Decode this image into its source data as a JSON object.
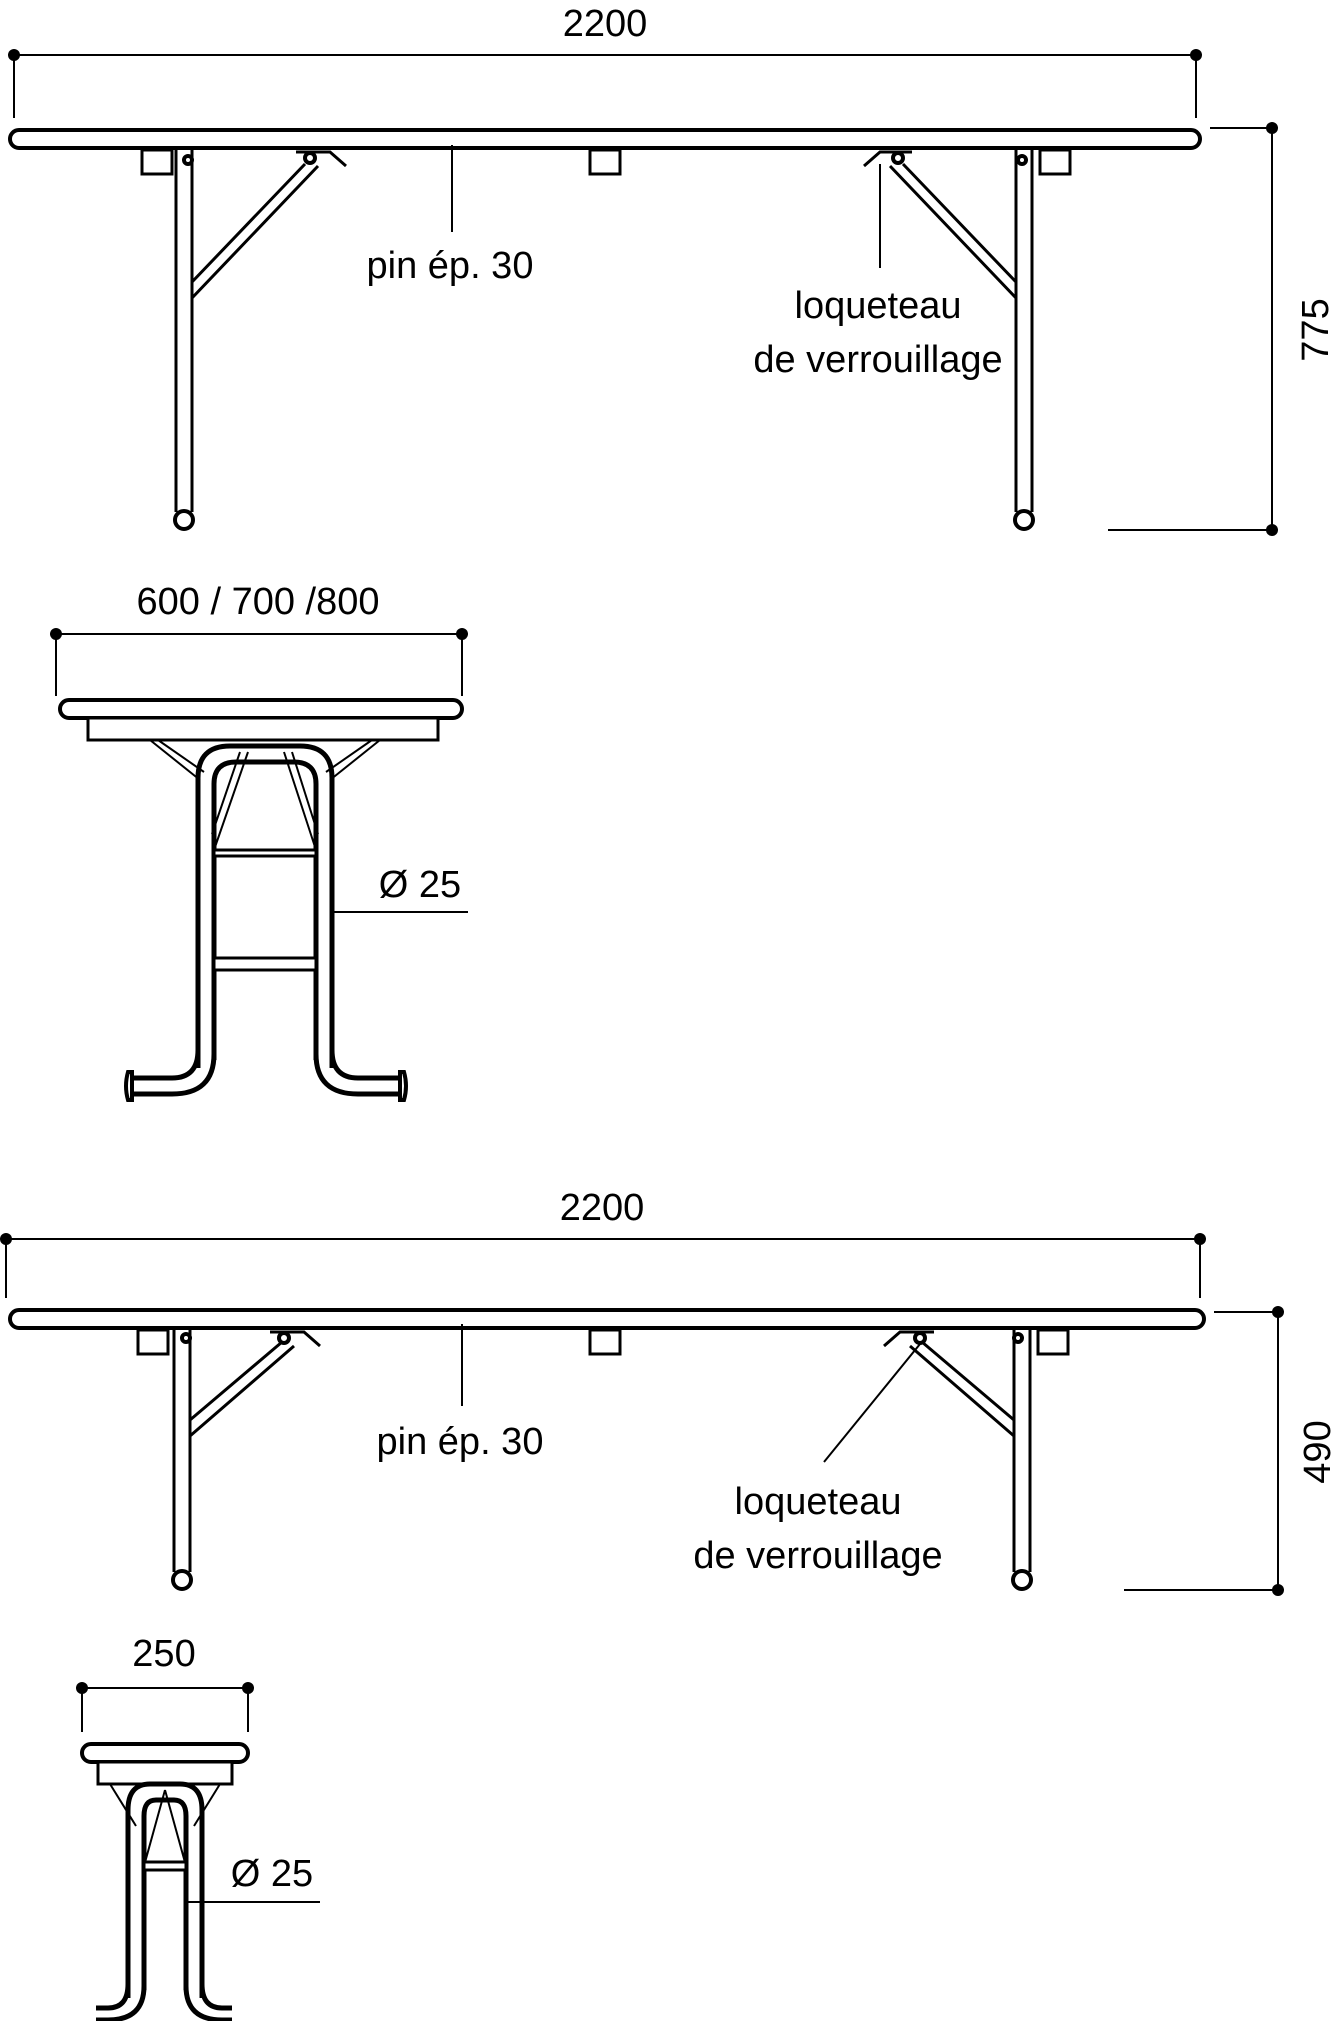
{
  "colors": {
    "line": "#000000",
    "background": "#ffffff"
  },
  "table": {
    "front": {
      "width_dim": "2200",
      "height_dim": "775",
      "top_label": "pin ép. 30",
      "latch_label_line1": "loqueteau",
      "latch_label_line2": "de verrouillage"
    },
    "side": {
      "width_dim": "600 / 700 /800",
      "tube_label": "Ø 25"
    }
  },
  "bench": {
    "front": {
      "width_dim": "2200",
      "height_dim": "490",
      "top_label": "pin ép. 30",
      "latch_label_line1": "loqueteau",
      "latch_label_line2": "de verrouillage"
    },
    "side": {
      "width_dim": "250",
      "tube_label": "Ø 25"
    }
  }
}
